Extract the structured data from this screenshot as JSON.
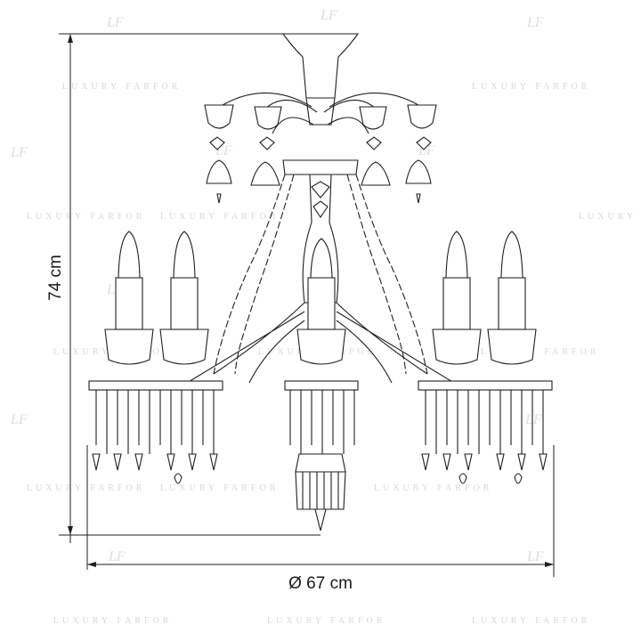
{
  "dimensions": {
    "height_label": "74 cm",
    "diameter_label": "Ø 67 cm"
  },
  "watermark": {
    "text": "LUXURY FARFOR",
    "logo": "LF"
  },
  "colors": {
    "line": "#1f1f1f",
    "watermark": "#d9d9d9",
    "background": "#ffffff"
  }
}
